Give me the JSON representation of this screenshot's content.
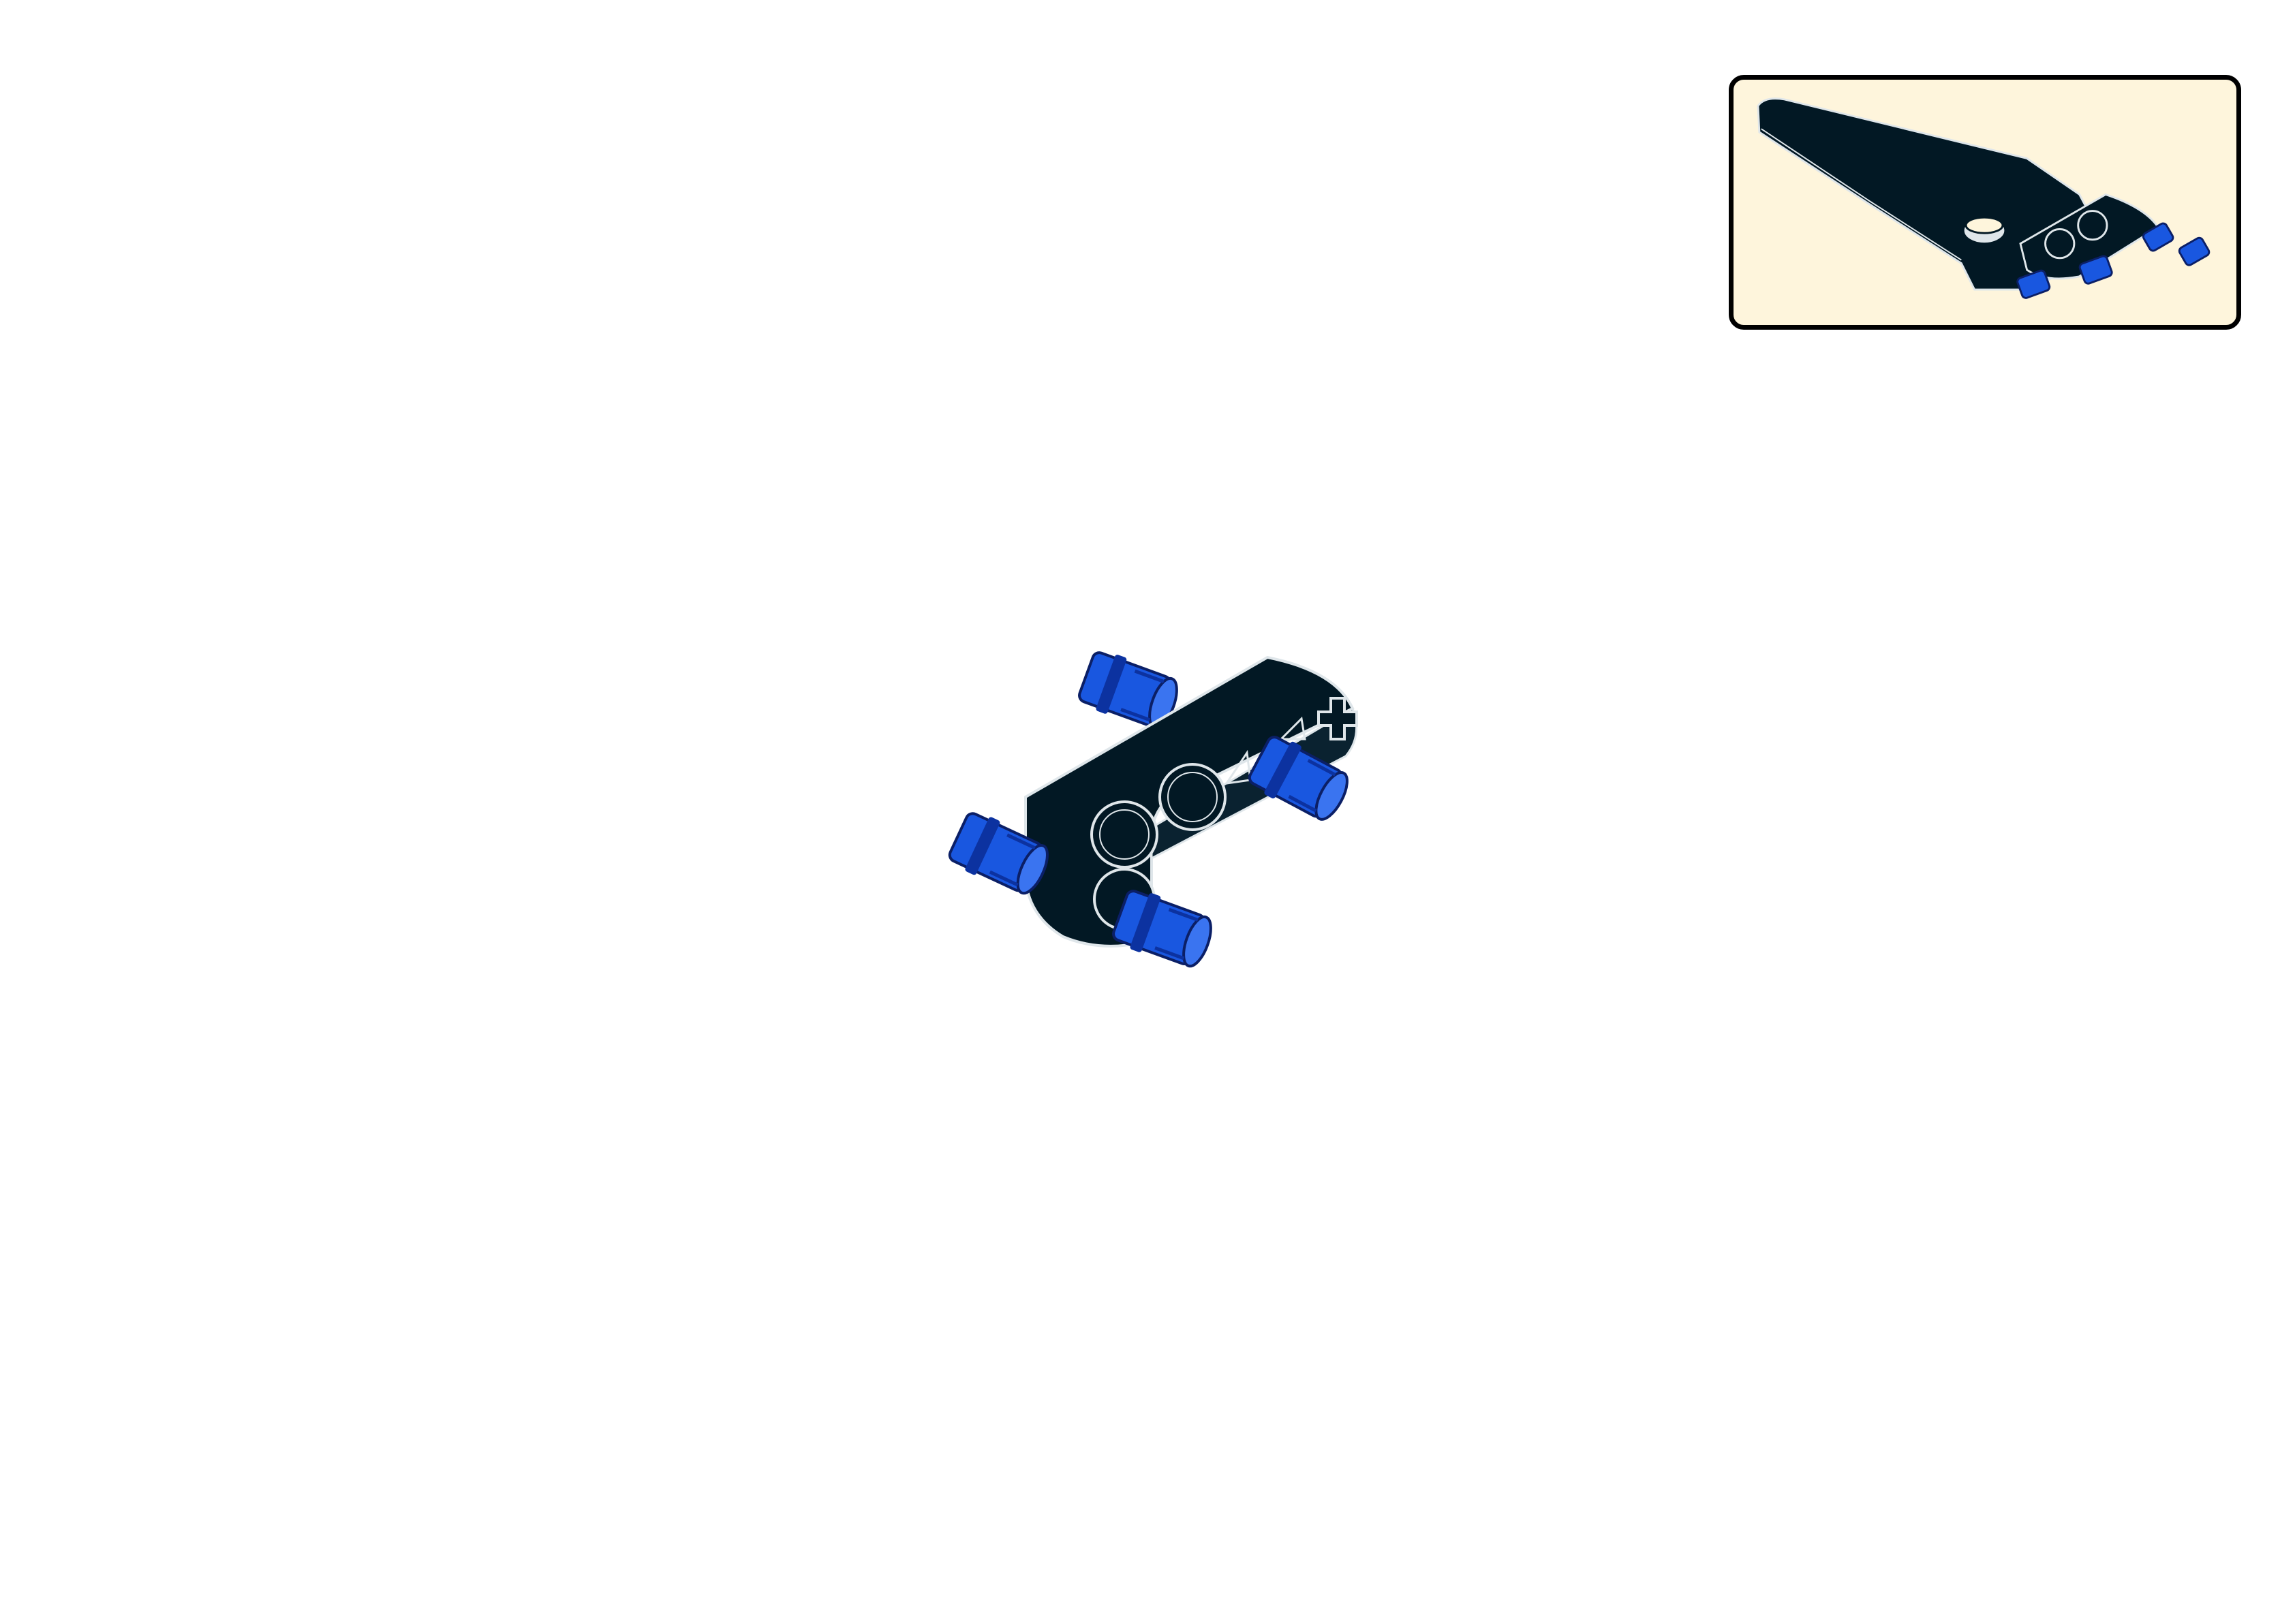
{
  "page": {
    "background": "#ffffff"
  },
  "inset": {
    "background": "#fef5dc",
    "border_color": "#000000",
    "content": "wing-assembly-preview"
  },
  "colors": {
    "beam": "#021824",
    "pin": "#1957e0",
    "pin_shadow": "#0c32a0",
    "outline": "#dfe6ea"
  },
  "parts": {
    "main_assembly": [
      "black-technic-beam",
      "blue-pin",
      "blue-pin",
      "blue-pin",
      "blue-pin"
    ],
    "inset_assembly": [
      "black-wing-panel",
      "black-technic-beam",
      "blue-pin",
      "blue-pin",
      "blue-pin",
      "blue-pin"
    ]
  }
}
